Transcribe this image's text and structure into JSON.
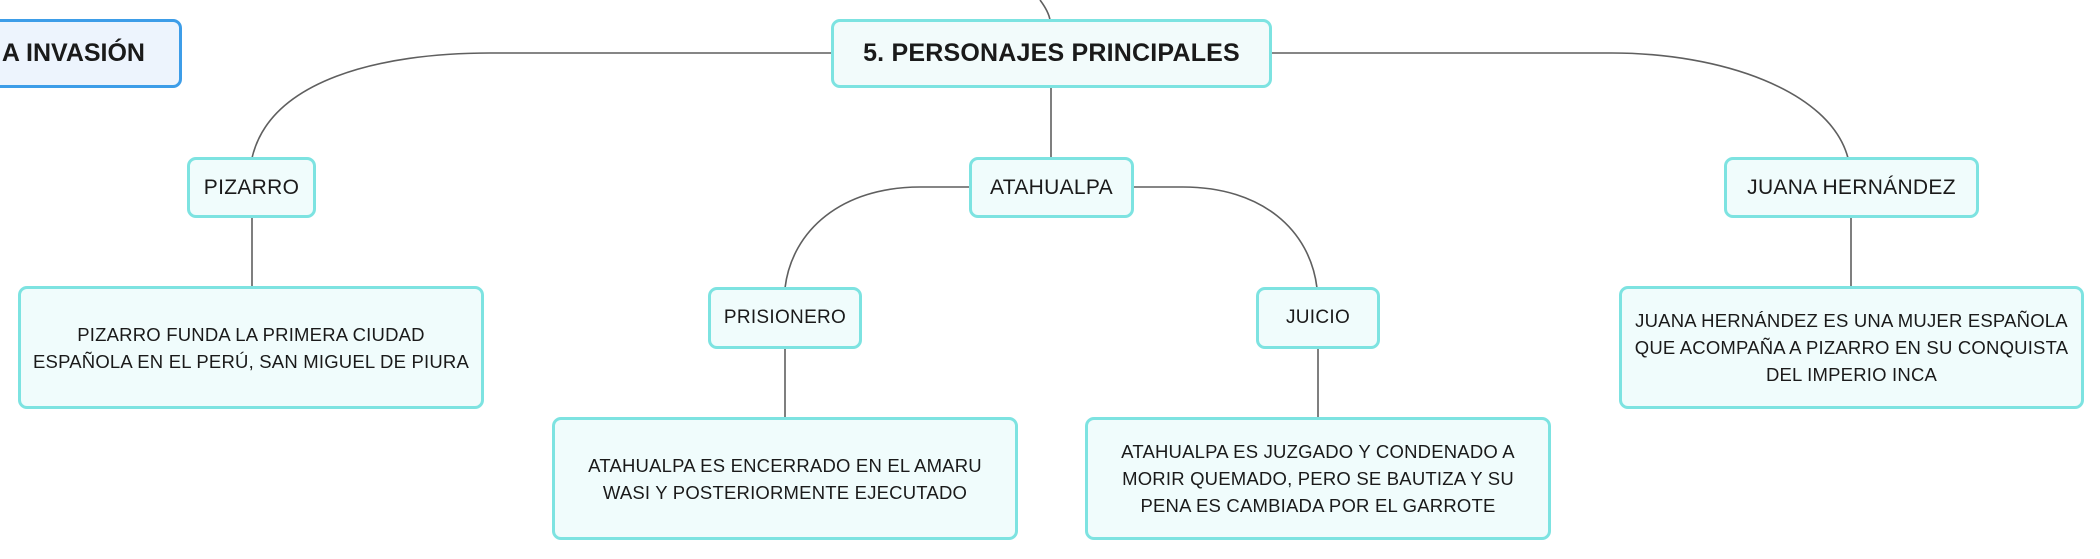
{
  "diagram": {
    "left_topic": "A INVASIÓN",
    "central": "5. PERSONAJES PRINCIPALES",
    "branches": {
      "pizarro": {
        "label": "PIZARRO",
        "description": "PIZARRO FUNDA LA PRIMERA CIUDAD ESPAÑOLA EN EL PERÚ, SAN MIGUEL DE PIURA"
      },
      "atahualpa": {
        "label": "ATAHUALPA",
        "prisionero": {
          "label": "PRISIONERO",
          "description": "ATAHUALPA ES ENCERRADO EN EL AMARU WASI Y POSTERIORMENTE EJECUTADO"
        },
        "juicio": {
          "label": "JUICIO",
          "description": "ATAHUALPA ES JUZGADO Y CONDENADO A MORIR QUEMADO, PERO SE BAUTIZA Y SU PENA ES CAMBIADA POR EL GARROTE"
        }
      },
      "juana": {
        "label": "JUANA HERNÁNDEZ",
        "description": "JUANA HERNÁNDEZ ES UNA MUJER ESPAÑOLA QUE ACOMPAÑA A PIZARRO EN SU CONQUISTA DEL IMPERIO INCA"
      }
    },
    "colors": {
      "node_border": "#7de3e1",
      "node_fill": "#f0fcfc",
      "topic_border": "#3d9de8",
      "topic_fill": "#edf4fd",
      "connector": "#5f5f5f"
    }
  }
}
